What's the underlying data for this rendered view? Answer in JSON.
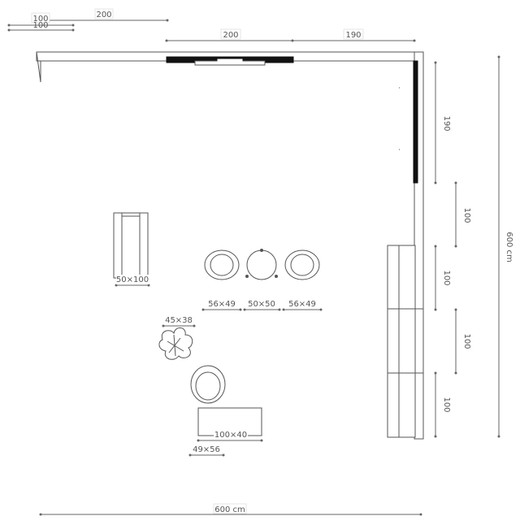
{
  "dimensions": {
    "top_left_a": "100",
    "top_left_b": "100",
    "top_left_c": "200",
    "top_wall_left": "200",
    "top_wall_right": "190",
    "right_1": "190",
    "right_2": "100",
    "right_3": "100",
    "right_4": "100",
    "right_5": "100",
    "total_height": "600 cm",
    "total_width": "600 cm"
  },
  "furniture": {
    "bench": "50×100",
    "chair_left": "56×49",
    "stool": "50×50",
    "chair_right": "56×49",
    "plant": "45×38",
    "table": "100×40",
    "chair_bottom": "49×56"
  },
  "colors": {
    "line": "#555555",
    "wall": "#111111",
    "dim": "#666666"
  }
}
